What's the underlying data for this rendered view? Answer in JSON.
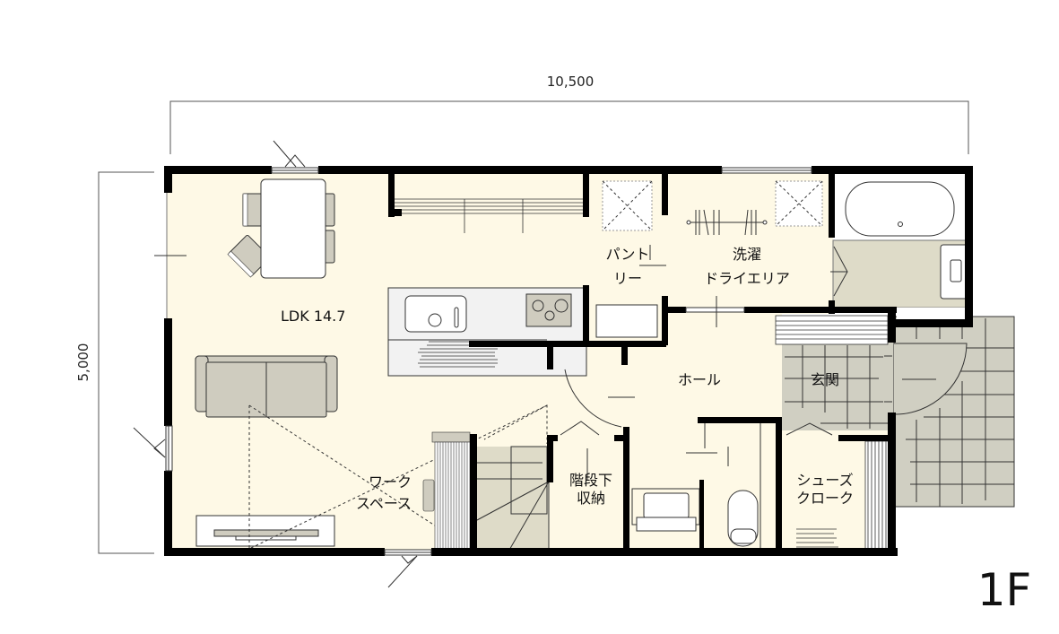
{
  "plan": {
    "floor_label": "1F",
    "dimensions": {
      "width": "10,500",
      "depth": "5,000"
    },
    "colors": {
      "wall": "#000000",
      "floor_wood": "#fef9e6",
      "floor_tile": "#d0cfc2",
      "wet_area": "#dedbc8",
      "counter": "#f2f2f2",
      "furniture": "#cfccbf",
      "white_fixture": "#ffffff"
    },
    "rooms": {
      "ldk": "LDK 14.7",
      "pantry_line1": "パント",
      "pantry_line2": "リー",
      "laundry_line1": "洗濯",
      "laundry_line2": "ドライエリア",
      "hall": "ホール",
      "entrance": "玄関",
      "workspace_line1": "ワーク",
      "workspace_line2": "スペース",
      "under_stair_line1": "階段下",
      "under_stair_line2": "収納",
      "shoe_closet_line1": "シューズ",
      "shoe_closet_line2": "クローク"
    }
  }
}
